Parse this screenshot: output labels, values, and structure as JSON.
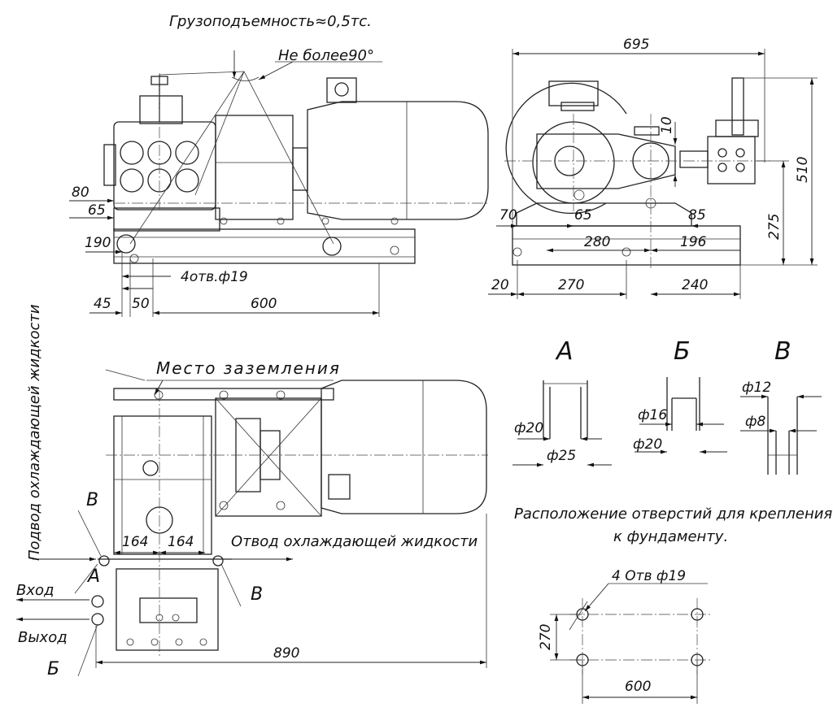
{
  "labels": {
    "lifting_capacity": "Грузоподъемность≈0,5тс.",
    "angle": "Не более90°",
    "grounding": "Место заземления",
    "coolant_in": "Подвод охлаждающей жидкости",
    "coolant_out": "Отвод охлаждающей жидкости",
    "inlet": "Вход",
    "outlet": "Выход",
    "holes_front": "4отв.ф19",
    "holes_plan": "4 Отв ф19",
    "layout_title_1": "Расположение  отверстий  для крепления",
    "layout_title_2": "к фундаменту."
  },
  "views": {
    "A": "А",
    "B": "Б",
    "V": "В"
  },
  "view_refs": {
    "a": "А",
    "b": "Б",
    "v1": "В",
    "v2": "В"
  },
  "dims": {
    "d80": "80",
    "d65a": "65",
    "d190": "190",
    "d45": "45",
    "d50": "50",
    "d600a": "600",
    "d695": "695",
    "d10": "10",
    "d70": "70",
    "d65b": "65",
    "d85": "85",
    "d510": "510",
    "d275": "275",
    "d280": "280",
    "d196": "196",
    "d20": "20",
    "d270a": "270",
    "d240": "240",
    "d164a": "164",
    "d164b": "164",
    "d890": "890",
    "dA20": "ф20",
    "dA25": "ф25",
    "dB16": "ф16",
    "dB20": "ф20",
    "dV12": "ф12",
    "dV8": "ф8",
    "d270b": "270",
    "d600b": "600"
  }
}
